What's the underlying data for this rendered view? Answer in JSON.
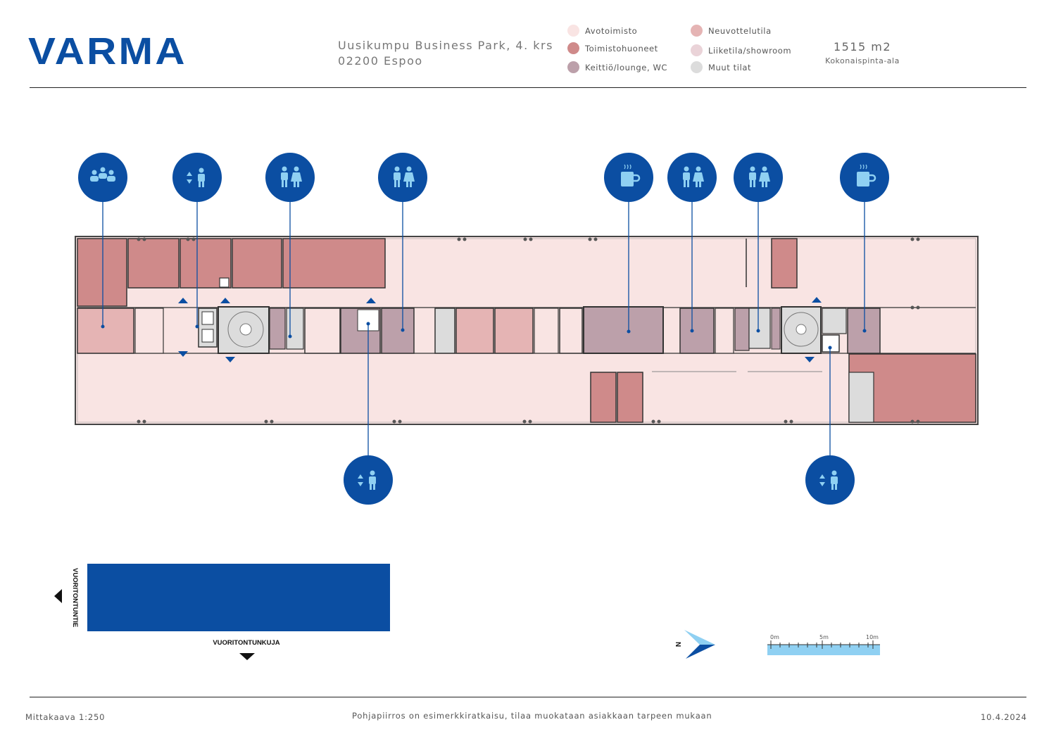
{
  "header": {
    "logo": "VARMA",
    "address_line1": "Uusikumpu Business Park, 4. krs",
    "address_line2": "02200 Espoo",
    "area_value": "1515 m2",
    "area_label": "Kokonaispinta-ala"
  },
  "legend": [
    {
      "label": "Avotoimisto",
      "color": "#f9e4e3"
    },
    {
      "label": "Toimistohuoneet",
      "color": "#cf8a8a"
    },
    {
      "label": "Keittiö/lounge, WC",
      "color": "#bca0aa"
    },
    {
      "label": "Neuvottelutila",
      "color": "#e5b4b4"
    },
    {
      "label": "Liiketila/showroom",
      "color": "#ead3d8"
    },
    {
      "label": "Muut tilat",
      "color": "#dcdcdc"
    }
  ],
  "markers": [
    {
      "icon": "meeting-people-icon"
    },
    {
      "icon": "elevator-icon"
    },
    {
      "icon": "toilet-icon"
    },
    {
      "icon": "toilet-icon"
    },
    {
      "icon": "coffee-icon"
    },
    {
      "icon": "toilet-icon"
    },
    {
      "icon": "toilet-icon"
    },
    {
      "icon": "coffee-icon"
    },
    {
      "icon": "elevator-icon"
    },
    {
      "icon": "elevator-icon"
    }
  ],
  "site": {
    "street_left": "VUORITONTUNTIE",
    "street_bottom": "VUORITONTUNKUJA"
  },
  "compass": {
    "label": "N"
  },
  "scalebar": {
    "labels": [
      "0m",
      "5m",
      "10m"
    ]
  },
  "footer": {
    "scale": "Mittakaava 1:250",
    "note": "Pohjapiirros on esimerkkiratkaisu, tilaa muokataan asiakkaan tarpeen mukaan",
    "date": "10.4.2024"
  },
  "colors": {
    "brand": "#0b4ea2",
    "icon_fill": "#8fd0f2",
    "open_office": "#f9e4e3",
    "office_rooms": "#cf8a8a",
    "kitchen_wc": "#bca0aa",
    "meeting": "#e5b4b4",
    "other": "#dcdcdc"
  }
}
